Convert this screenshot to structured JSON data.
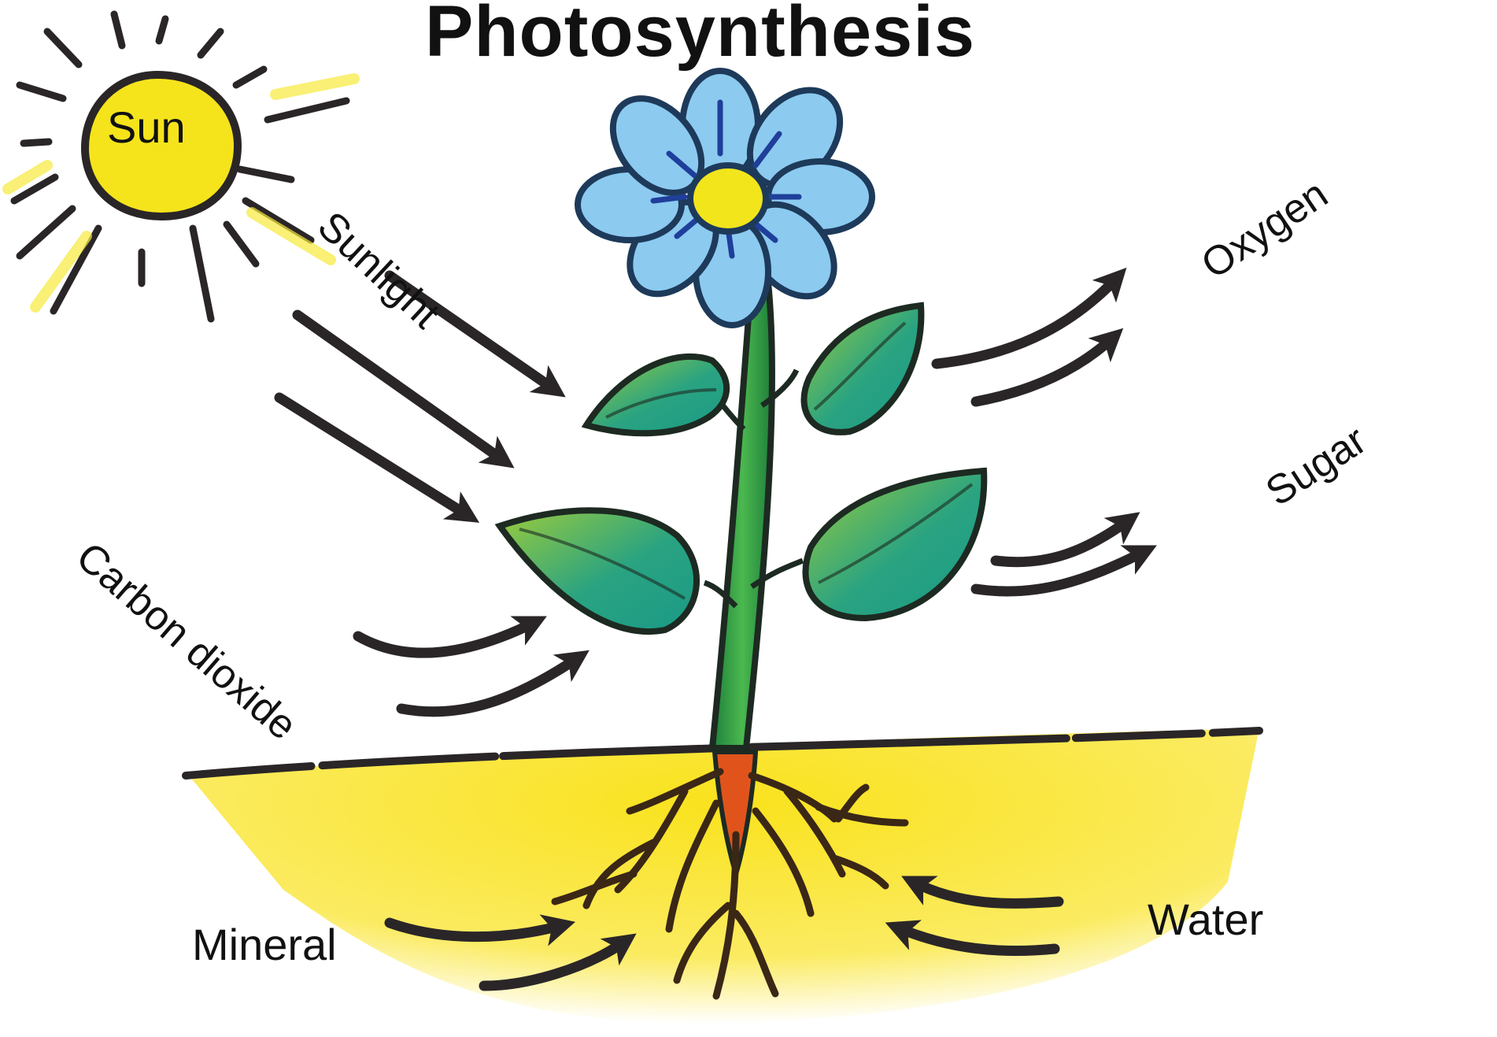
{
  "diagram": {
    "title": "Photosynthesis",
    "labels": {
      "sun": "Sun",
      "sunlight": "Sunlight",
      "oxygen": "Oxygen",
      "sugar": "Sugar",
      "carbon_dioxide": "Carbon dioxide",
      "mineral": "Mineral",
      "water": "Water"
    },
    "colors": {
      "sun_fill": "#f5e41b",
      "soil": "#fbe94a",
      "petal": "#7fc3ee",
      "petal_outline": "#1e3a5a",
      "flower_center": "#f2e51c",
      "stem": "#2f9a45",
      "leaf": "#1fa58a",
      "leaf_light": "#8ac73a",
      "root_top": "#e0541c",
      "roots": "#3b2716",
      "arrows": "#2a2628",
      "ground_line": "#2a2628"
    }
  }
}
